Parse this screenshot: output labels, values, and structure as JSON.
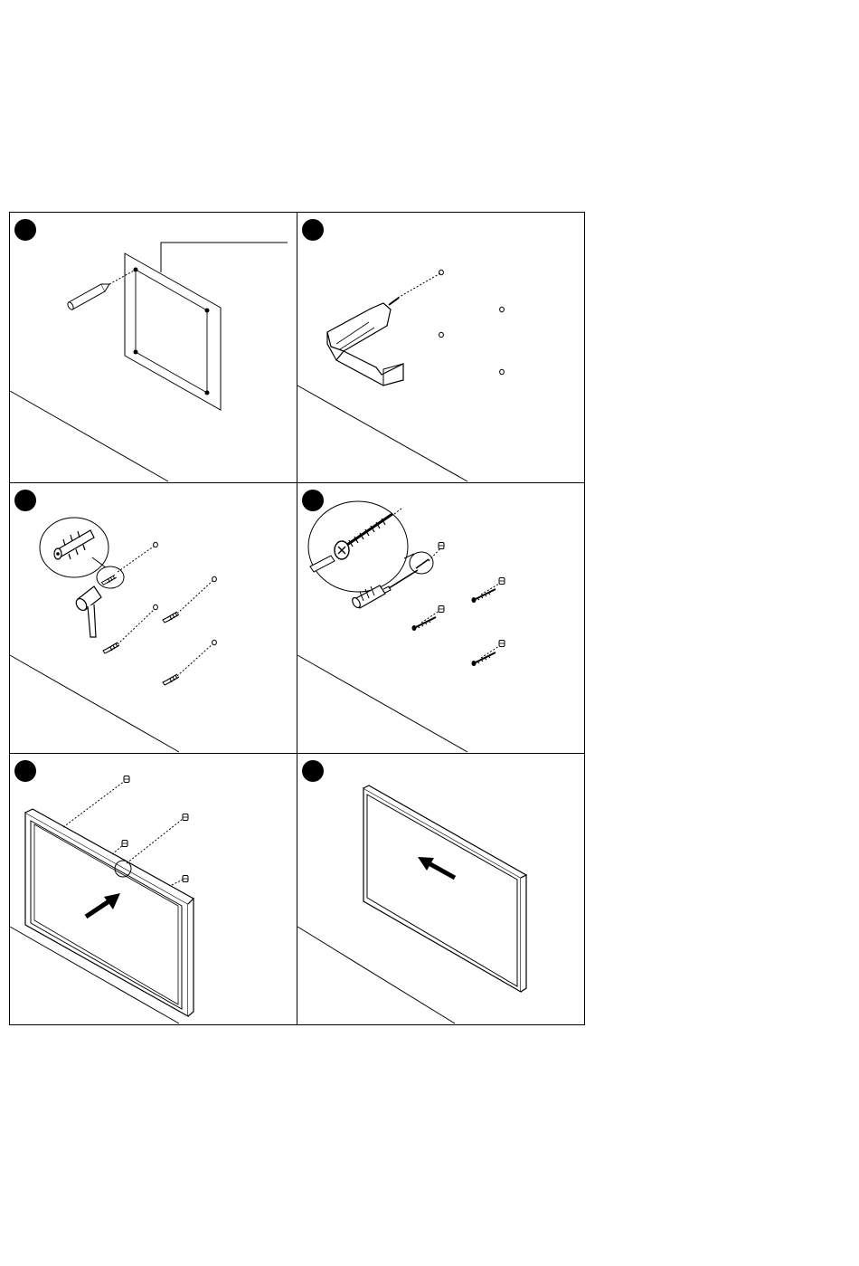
{
  "document": {
    "title": "",
    "panel_count": 6
  },
  "steps": [
    {
      "id": 1,
      "label": "",
      "action": "mark-holes-with-template"
    },
    {
      "id": 2,
      "label": "",
      "action": "drill-holes"
    },
    {
      "id": 3,
      "label": "",
      "action": "insert-wall-plugs"
    },
    {
      "id": 4,
      "label": "",
      "action": "drive-screws"
    },
    {
      "id": 5,
      "label": "",
      "action": "hang-frame-on-screws"
    },
    {
      "id": 6,
      "label": "",
      "action": "slide-frame-into-place"
    }
  ],
  "colors": {
    "ink": "#000000",
    "paper": "#ffffff"
  },
  "icons": [
    "pencil-icon",
    "drill-icon",
    "hammer-icon",
    "wall-plug-icon",
    "screw-icon",
    "screwdriver-icon",
    "arrow-icon"
  ]
}
